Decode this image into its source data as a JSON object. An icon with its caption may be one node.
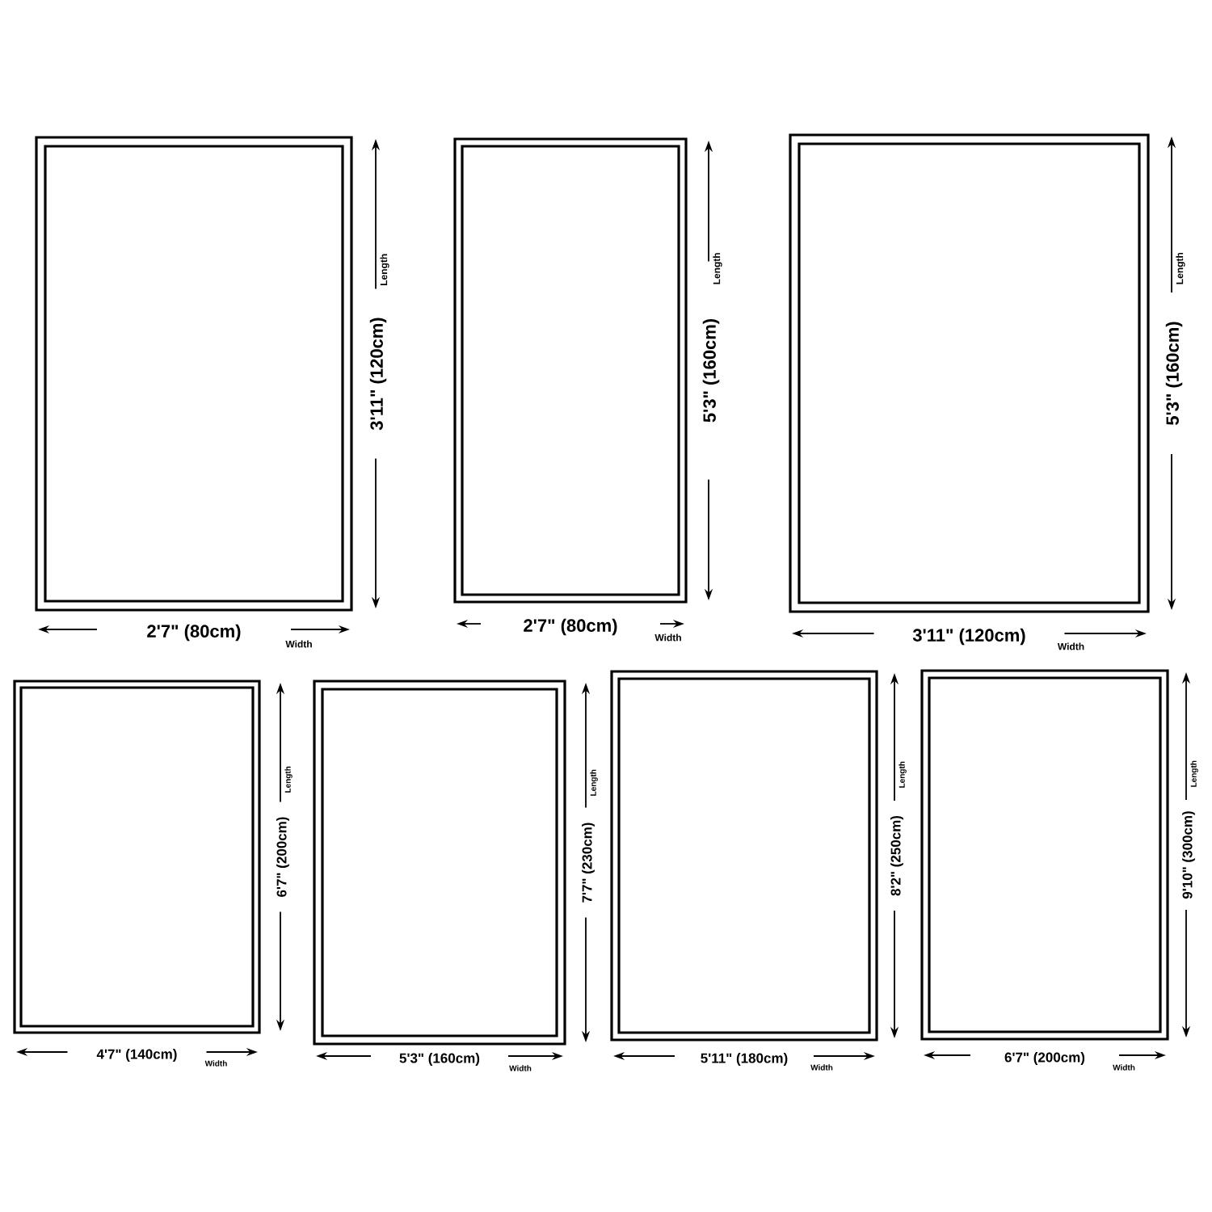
{
  "diagram": {
    "nodes": [
      {
        "text": [],
        "shape": "box"
      },
      {
        "text": [],
        "shape": "box"
      },
      {
        "text": [],
        "shape": "box"
      },
      {
        "text": [],
        "shape": "box"
      },
      {
        "text": [],
        "shape": "box"
      },
      {
        "text": [],
        "shape": "box"
      },
      {
        "text": [],
        "shape": "box"
      }
    ],
    "labels": [
      "3'11\" (120cm)",
      "Length",
      "2'7\" (80cm)",
      "Width",
      "5'3\" (160cm)",
      "Length",
      "2'7\" (80cm)",
      "Width",
      "5'3\" (160cm)",
      "Length",
      "3'11\" (120cm)",
      "Width",
      "6'7\" (200cm)",
      "Length",
      "4'7\" (140cm)",
      "Width",
      "7'7\" (230cm)",
      "Length",
      "5'3\" (160cm)",
      "Width",
      "8'2\" (250cm)",
      "Length",
      "5'11\" (180cm)",
      "Width",
      "9'10\" (300cm)",
      "Length",
      "6'7\" (200cm)",
      "Width"
    ]
  }
}
